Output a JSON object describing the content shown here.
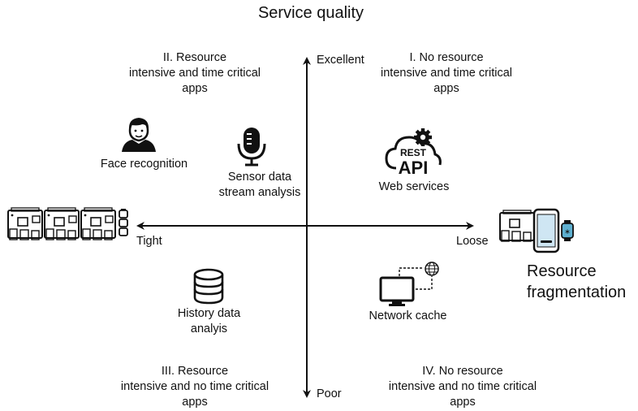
{
  "title": "Service quality",
  "axis": {
    "top": "Excellent",
    "bottom": "Poor",
    "left": "Tight",
    "right": "Loose",
    "x_title_line1": "Resource",
    "x_title_line2": "fragmentation"
  },
  "quadrants": {
    "q1": [
      "I. No resource",
      "intensive and time critical",
      "apps"
    ],
    "q2": [
      "II. Resource",
      "intensive and time critical",
      "apps"
    ],
    "q3": [
      "III. Resource",
      "intensive and no time critical",
      "apps"
    ],
    "q4": [
      "IV. No resource",
      "intensive and no time critical",
      "apps"
    ]
  },
  "items": {
    "face": "Face recognition",
    "sensor": [
      "Sensor data",
      "stream analysis"
    ],
    "web": "Web services",
    "rest": [
      "REST",
      "API"
    ],
    "history": [
      "History data",
      "analyis"
    ],
    "cache": "Network cache"
  },
  "icons": [
    "person-icon",
    "microphone-icon",
    "rest-api-cloud-icon",
    "database-icon",
    "monitor-globe-icon",
    "board-cluster-icon",
    "board-phone-watch-icon"
  ]
}
